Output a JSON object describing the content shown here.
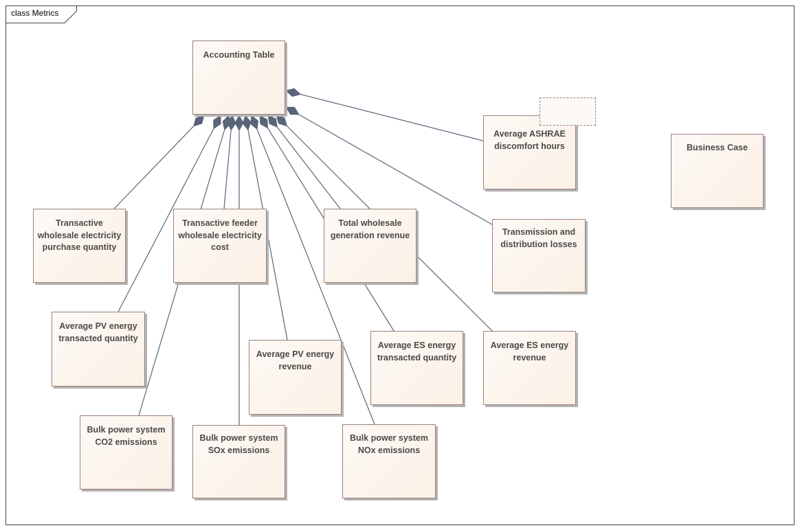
{
  "diagram": {
    "title": "class Metrics",
    "colors": {
      "line": "#5a6478",
      "diamond": "#5a6478",
      "border": "#9c7f7f",
      "fill": "#fbf1e6",
      "text": "#4a4a4a"
    },
    "nodes": [
      {
        "id": "accounting-table",
        "label": "Accounting Table"
      },
      {
        "id": "wholesale-purchase-qty",
        "label": "Transactive\nwholesale electricity\npurchase quantity"
      },
      {
        "id": "feeder-wholesale-cost",
        "label": "Transactive feeder\nwholesale electricity\ncost"
      },
      {
        "id": "total-wholesale-revenue",
        "label": "Total wholesale\ngeneration revenue"
      },
      {
        "id": "td-losses",
        "label": "Transmission and\ndistribution losses"
      },
      {
        "id": "ashrae-discomfort",
        "label": "Average ASHRAE\ndiscomfort hours"
      },
      {
        "id": "business-case",
        "label": "Business Case"
      },
      {
        "id": "pv-transacted-qty",
        "label": "Average PV energy\ntransacted quantity"
      },
      {
        "id": "pv-revenue",
        "label": "Average PV energy\nrevenue"
      },
      {
        "id": "es-transacted-qty",
        "label": "Average ES energy\ntransacted quantity"
      },
      {
        "id": "es-revenue",
        "label": "Average ES energy\nrevenue"
      },
      {
        "id": "co2-emissions",
        "label": "Bulk power system\nCO2 emissions"
      },
      {
        "id": "sox-emissions",
        "label": "Bulk power system\nSOx emissions"
      },
      {
        "id": "nox-emissions",
        "label": "Bulk power system\nNOx emissions"
      }
    ],
    "edges": [
      {
        "from": "wholesale-purchase-qty",
        "to": "accounting-table",
        "type": "composition"
      },
      {
        "from": "pv-transacted-qty",
        "to": "accounting-table",
        "type": "composition"
      },
      {
        "from": "co2-emissions",
        "to": "accounting-table",
        "type": "composition"
      },
      {
        "from": "feeder-wholesale-cost",
        "to": "accounting-table",
        "type": "composition"
      },
      {
        "from": "sox-emissions",
        "to": "accounting-table",
        "type": "composition"
      },
      {
        "from": "pv-revenue",
        "to": "accounting-table",
        "type": "composition"
      },
      {
        "from": "nox-emissions",
        "to": "accounting-table",
        "type": "composition"
      },
      {
        "from": "es-transacted-qty",
        "to": "accounting-table",
        "type": "composition"
      },
      {
        "from": "total-wholesale-revenue",
        "to": "accounting-table",
        "type": "composition"
      },
      {
        "from": "es-revenue",
        "to": "accounting-table",
        "type": "composition"
      },
      {
        "from": "ashrae-discomfort",
        "to": "accounting-table",
        "type": "composition"
      },
      {
        "from": "td-losses",
        "to": "accounting-table",
        "type": "composition"
      }
    ]
  }
}
